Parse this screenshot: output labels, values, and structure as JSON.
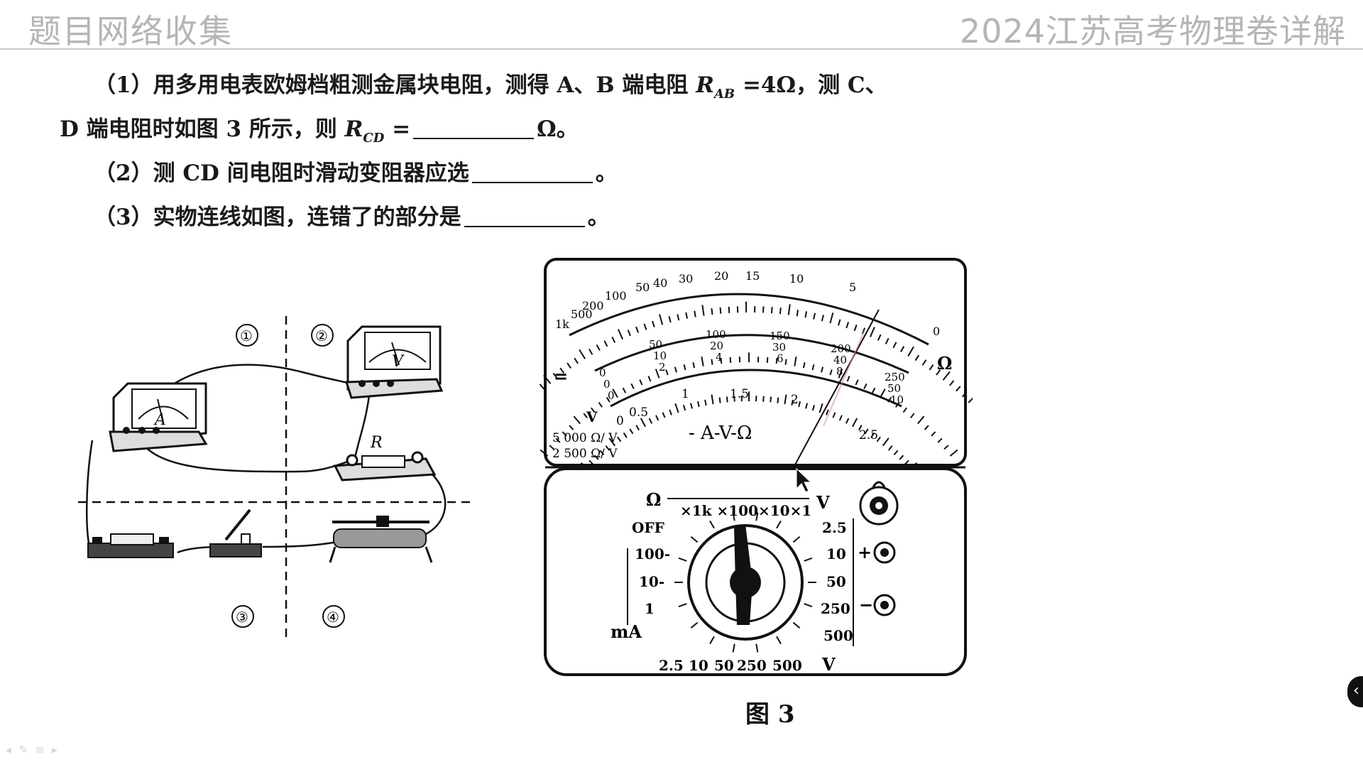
{
  "header": {
    "left_title": "题目网络收集",
    "right_title": "2024江苏高考物理卷详解"
  },
  "questions": {
    "q1_part1": "（1）用多用电表欧姆档粗测金属块电阻，测得 A、B 端电阻",
    "q1_rab_symbol": "R",
    "q1_rab_sub": "AB",
    "q1_rab_value": "=4Ω，测 C、",
    "q1_part2": "D 端电阻时如图 3 所示，则",
    "q1_rcd_symbol": "R",
    "q1_rcd_sub": "CD",
    "q1_eq": "=",
    "q1_unit": "Ω。",
    "q2_text": "（2）测 CD 间电阻时滑动变阻器应选",
    "q2_end": "。",
    "q3_text": "（3）实物连线如图，连错了的部分是",
    "q3_end": "。"
  },
  "circuit": {
    "region_labels": [
      "①",
      "②",
      "③",
      "④"
    ],
    "ammeter_label": "A",
    "voltmeter_label": "V",
    "resistor_label": "R"
  },
  "meter": {
    "ohm_scale": [
      "1k",
      "500",
      "200",
      "100",
      "50",
      "40",
      "30",
      "20",
      "15",
      "10",
      "5",
      "0"
    ],
    "dc_scale_top": [
      "0",
      "50",
      "100",
      "150",
      "200",
      "250"
    ],
    "dc_scale_mid": [
      "0",
      "10",
      "20",
      "30",
      "40",
      "50"
    ],
    "dc_scale_low": [
      "0",
      "2",
      "4",
      "6",
      "8",
      "10"
    ],
    "ac_scale": [
      "0",
      "0.5",
      "1",
      "1.5",
      "2",
      "2.5"
    ],
    "ohm_symbol": "Ω",
    "dc_symbol": "=",
    "ac_symbol": "V",
    "sens_1": "5 000 Ω/ V",
    "sens_2": "2 500 Ω/ V",
    "mode_label": "- A-V-Ω",
    "dial_ohm_label": "Ω",
    "dial_ohm_ranges": "×1k ×100×10×1",
    "dial_left": [
      "OFF",
      "100-",
      "10-",
      "1"
    ],
    "dial_ma_label": "mA",
    "dial_right_v_label": "V",
    "dial_right": [
      "2.5",
      "10",
      "50",
      "250",
      "500"
    ],
    "dial_bottom": [
      "2.5",
      "10",
      "50",
      "250",
      "500"
    ],
    "dial_bottom_v_label": "V",
    "plus_label": "+",
    "minus_label": "−"
  },
  "figure_caption": "图 3",
  "nav_icons": [
    "prev-icon",
    "pen-icon",
    "menu-icon",
    "next-icon"
  ]
}
